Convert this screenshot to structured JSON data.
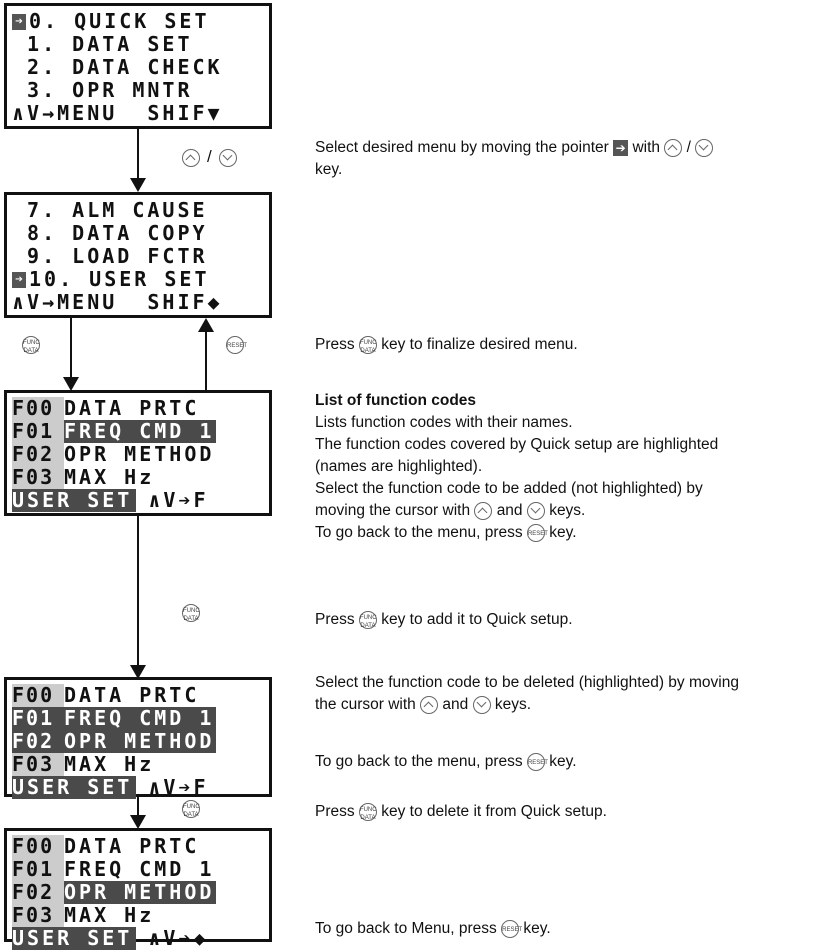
{
  "screen1": {
    "lines": [
      "0. QUICK SET",
      " 1. DATA SET",
      " 2. DATA CHECK",
      " 3. OPR MNTR",
      "∧V→MENU  SHIF▼"
    ]
  },
  "screen2": {
    "lines": [
      " 7. ALM CAUSE",
      " 8. DATA COPY",
      " 9. LOAD FCTR",
      "10. USER SET",
      "∧V→MENU  SHIF◆"
    ]
  },
  "screen3": {
    "rows": [
      {
        "code": "F00",
        "name": "DATA PRTC"
      },
      {
        "code": "F01",
        "name": "FREQ CMD 1"
      },
      {
        "code": "F02",
        "name": "OPR METHOD"
      },
      {
        "code": "F03",
        "name": "MAX Hz"
      }
    ],
    "footer_left": "USER SET",
    "footer_right": "∧V➔F"
  },
  "screen4": {
    "rows": [
      {
        "code": "F00",
        "name": "DATA PRTC"
      },
      {
        "code": "F01",
        "name": "FREQ CMD 1"
      },
      {
        "code": "F02",
        "name": "OPR METHOD"
      },
      {
        "code": "F03",
        "name": "MAX Hz"
      }
    ],
    "footer_left": "USER SET",
    "footer_right": "∧V➔F"
  },
  "screen5": {
    "rows": [
      {
        "code": "F00",
        "name": "DATA PRTC"
      },
      {
        "code": "F01",
        "name": "FREQ CMD 1"
      },
      {
        "code": "F02",
        "name": "OPR METHOD"
      },
      {
        "code": "F03",
        "name": "MAX Hz"
      }
    ],
    "footer_left": "USER SET",
    "footer_right": "∧V➔◆"
  },
  "keys": {
    "func": "FUNC DATA",
    "reset": "RESET",
    "slash": "/"
  },
  "text": {
    "t1a": "Select desired menu by moving the pointer",
    "t1b": "with",
    "t1c": "key.",
    "t2a": "Press",
    "t2b": "key to finalize desired menu.",
    "t3_title": "List of function codes",
    "t3_l1": "Lists function codes with their names.",
    "t3_l2": "The function codes covered by Quick setup are highlighted",
    "t3_l3": "(names are highlighted).",
    "t3_l4": "Select the function code to be added (not highlighted) by",
    "t3_l5a": "moving the cursor with",
    "t3_l5b": "and",
    "t3_l5c": "keys.",
    "t3_l6a": "To go back to the menu, press",
    "t3_l6b": "key.",
    "t4a": "Press",
    "t4b": "key to add it to Quick setup.",
    "t5_l1": "Select the function code to be deleted (highlighted) by moving",
    "t5_l2a": "the cursor with",
    "t5_l2b": "and",
    "t5_l2c": "keys.",
    "t6a": "To go back to the menu, press",
    "t6b": "key.",
    "t7a": "Press",
    "t7b": "key to delete it from Quick setup.",
    "t8a": "To go back to Menu, press",
    "t8b": "key."
  }
}
